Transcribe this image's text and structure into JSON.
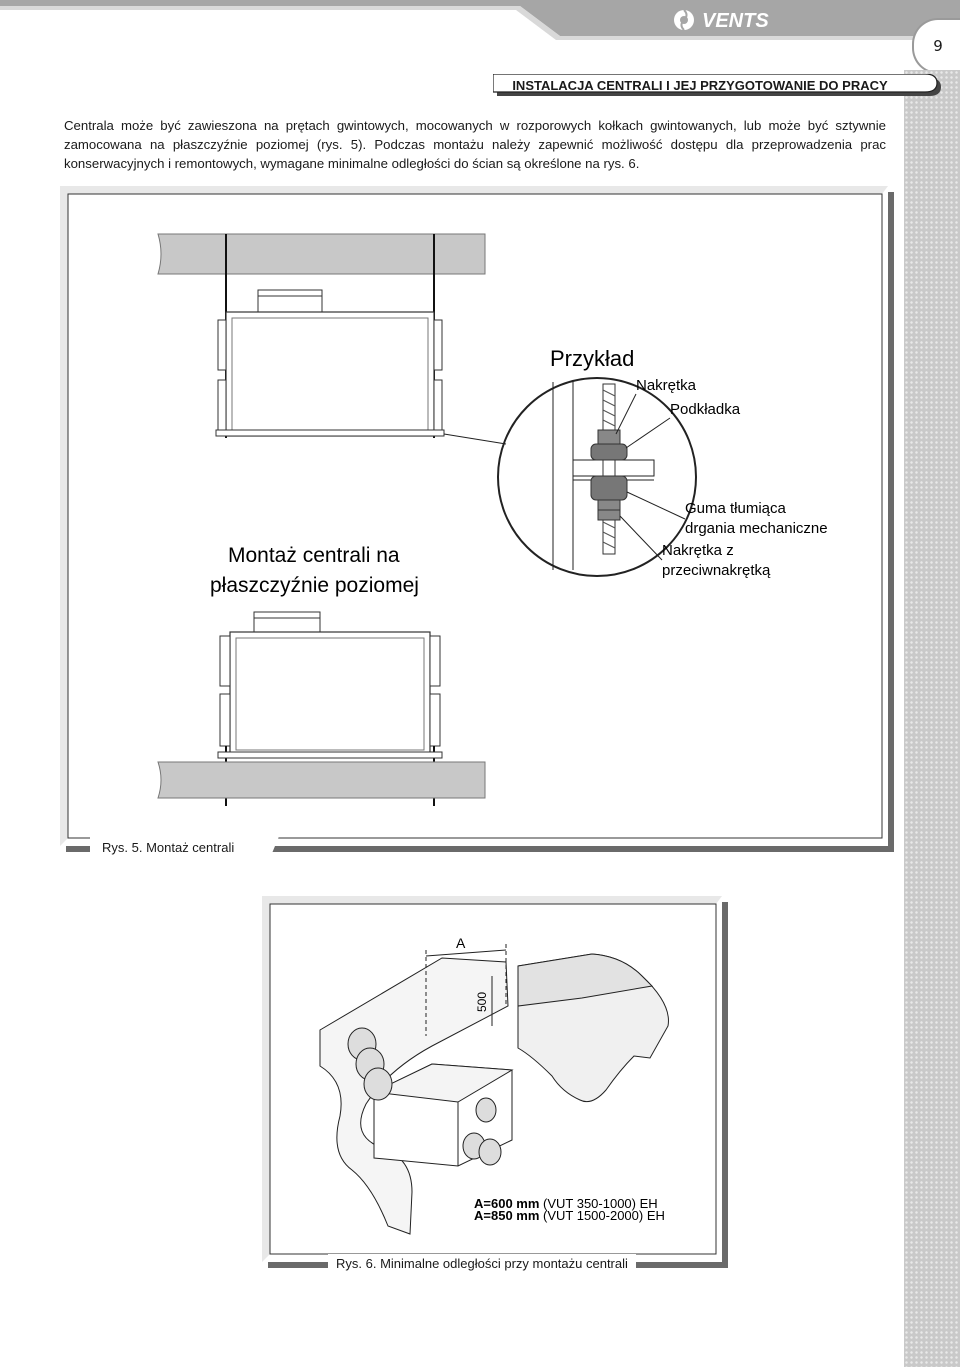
{
  "header": {
    "brand": "VENTS",
    "page_number": "9",
    "section_title": "INSTALACJA CENTRALI I JEJ PRZYGOTOWANIE DO PRACY"
  },
  "body": {
    "paragraph": "Centrala może być zawieszona na prętach gwintowych, mocowanych w rozporowych kołkach gwintowanych, lub może być sztywnie zamocowana na płaszczyźnie poziomej (rys. 5). Podczas montażu należy zapewnić możliwość dostępu dla przeprowadzenia prac konserwacyjnych i remontowych, wymagane minimalne odległości do ścian są określone na rys. 6."
  },
  "figure5": {
    "caption": "Rys. 5. Montaż centrali",
    "example_title": "Przykład",
    "labels": {
      "nut": "Nakrętka",
      "washer": "Podkładka",
      "rubber_line1": "Guma tłumiąca",
      "rubber_line2": "drgania mechaniczne",
      "locknut_line1": "Nakrętka z",
      "locknut_line2": "przeciwnakrętką"
    },
    "floor_mount_line1": "Montaż centrali na",
    "floor_mount_line2": "płaszczyźnie poziomej"
  },
  "figure6": {
    "caption": "Rys. 6. Minimalne odległości przy montażu centrali",
    "dim_a": "A",
    "dim_500": "500",
    "spec1_bold": "A=600 mm",
    "spec1_rest": " (VUT 350-1000) EH",
    "spec2_bold": "A=850 mm",
    "spec2_rest": " (VUT 1500-2000) EH"
  }
}
